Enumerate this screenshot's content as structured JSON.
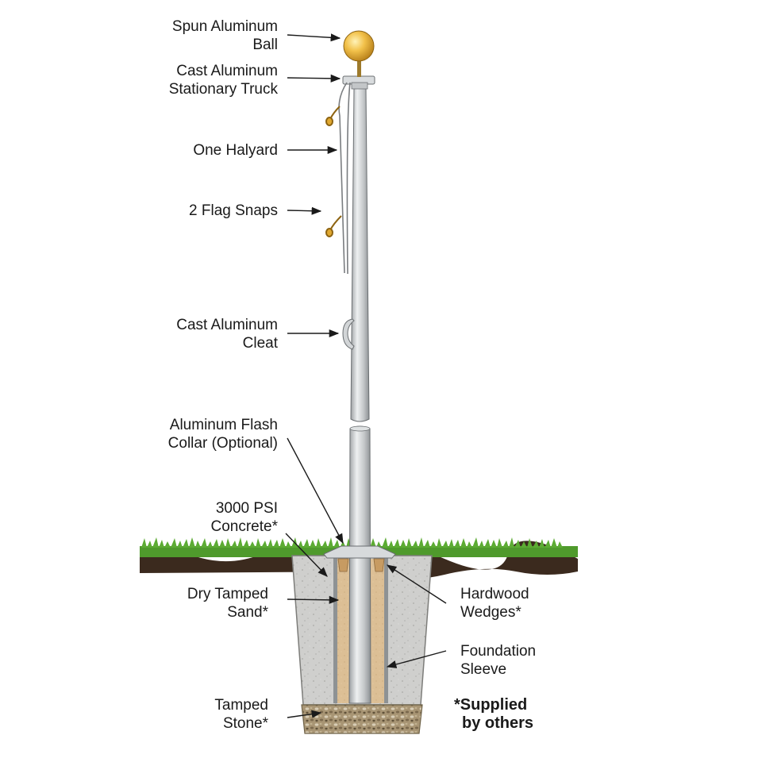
{
  "diagram": {
    "labels": {
      "ball": [
        "Spun Aluminum",
        "Ball"
      ],
      "truck": [
        "Cast Aluminum",
        "Stationary Truck"
      ],
      "halyard": [
        "One Halyard"
      ],
      "snaps": [
        "2 Flag Snaps"
      ],
      "cleat": [
        "Cast Aluminum",
        "Cleat"
      ],
      "collar": [
        "Aluminum Flash",
        "Collar (Optional)"
      ],
      "concrete": [
        "3000 PSI",
        "Concrete*"
      ],
      "sand": [
        "Dry Tamped",
        "Sand*"
      ],
      "stone": [
        "Tamped",
        "Stone*"
      ],
      "wedges": [
        "Hardwood",
        "Wedges*"
      ],
      "sleeve": [
        "Foundation",
        "Sleeve"
      ]
    },
    "note": [
      "*Supplied",
      "by others"
    ],
    "colors": {
      "pole": "#c9ccce",
      "concrete": "#c8c8c6",
      "sand": "#d9b98c",
      "stone": "#9c8a6a",
      "grass": "#4f9a2c",
      "soil": "#3b2a1e",
      "ball": "#e8b43a"
    }
  }
}
